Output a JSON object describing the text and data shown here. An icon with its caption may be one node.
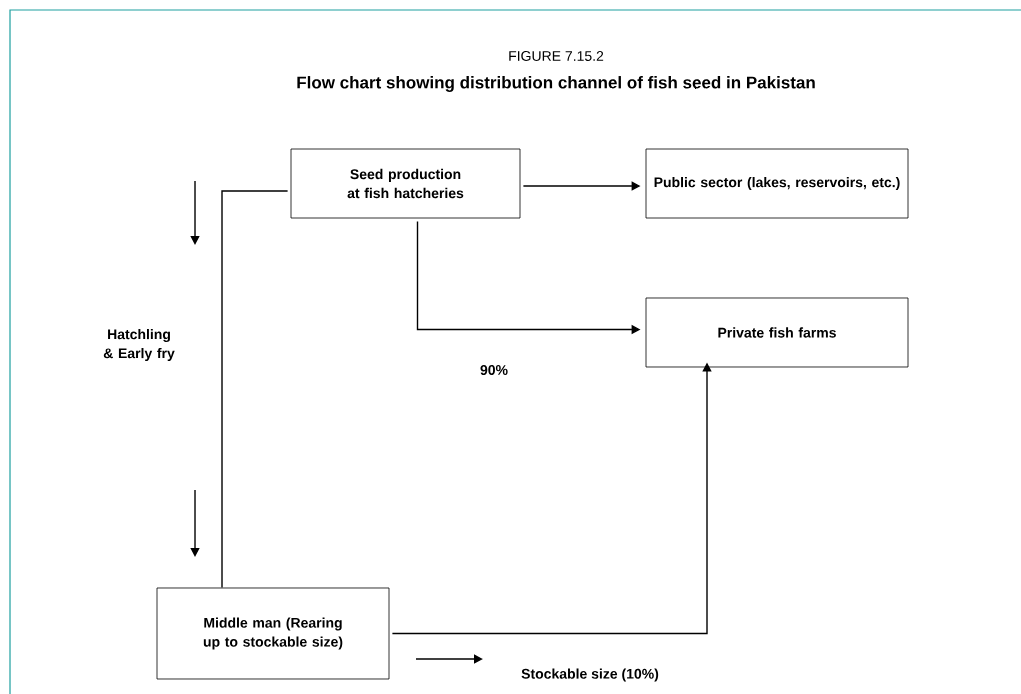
{
  "diagram": {
    "title": "Flow chart showing distribution channel of fish seed in Pakistan",
    "nodes": [
      {
        "text": [
          "Seed production at fish hatcheries"
        ]
      },
      {
        "text": [
          "Public sector (lakes, reservoirs, etc.)"
        ]
      },
      {
        "text": [
          "Private fish farms"
        ]
      },
      {
        "text": [
          "Middle man (Rearing up to stockable size)"
        ]
      }
    ],
    "edges": [
      {
        "from": 0,
        "to": 1,
        "arrow": "to"
      },
      {
        "from": 0,
        "to": 2,
        "arrow": "to"
      },
      {
        "from": 0,
        "to": 3,
        "arrow": "none"
      },
      {
        "from": 3,
        "to": 2,
        "arrow": "to"
      }
    ],
    "labels": [
      "FIGURE 7.15.2",
      "Hatchling & Early fry",
      "90%",
      "Stockable size (10%)"
    ]
  }
}
